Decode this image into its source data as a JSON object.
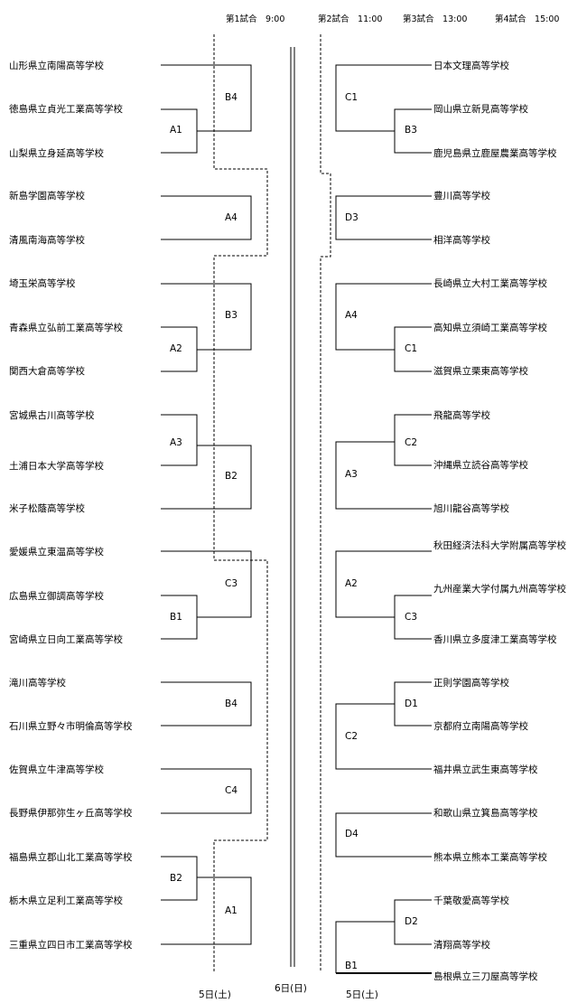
{
  "header": {
    "r1": "第1試合　9:00",
    "r2": "第2試合　11:00",
    "r3": "第3試合　13:00",
    "r4": "第4試合　15:00"
  },
  "left_teams": [
    "山形県立南陽高等学校",
    "徳島県立貞光工業高等学校",
    "山梨県立身延高等学校",
    "新島学園高等学校",
    "清風南海高等学校",
    "埼玉栄高等学校",
    "青森県立弘前工業高等学校",
    "関西大倉高等学校",
    "宮城県古川高等学校",
    "土浦日本大学高等学校",
    "米子松蔭高等学校",
    "愛媛県立東温高等学校",
    "広島県立御調高等学校",
    "宮崎県立日向工業高等学校",
    "滝川高等学校",
    "石川県立野々市明倫高等学校",
    "佐賀県立牛津高等学校",
    "長野県伊那弥生ヶ丘高等学校",
    "福島県立郡山北工業高等学校",
    "栃木県立足利工業高等学校",
    "三重県立四日市工業高等学校"
  ],
  "right_teams": [
    "日本文理高等学校",
    "岡山県立新見高等学校",
    "鹿児島県立鹿屋農業高等学校",
    "豊川高等学校",
    "相洋高等学校",
    "長崎県立大村工業高等学校",
    "高知県立須崎工業高等学校",
    "滋賀県立栗東高等学校",
    "飛龍高等学校",
    "沖縄県立読谷高等学校",
    "旭川龍谷高等学校",
    "秋田経済法科大学附属高等学校",
    "九州産業大学付属九州高等学校",
    "香川県立多度津工業高等学校",
    "正則学園高等学校",
    "京都府立南陽高等学校",
    "福井県立武生東高等学校",
    "和歌山県立箕島高等学校",
    "熊本県立熊本工業高等学校",
    "千葉敬愛高等学校",
    "清翔高等学校",
    "島根県立三刀屋高等学校"
  ],
  "left_codes": [
    "A1",
    "B4",
    "A4",
    "A2",
    "B3",
    "A3",
    "B2",
    "B1",
    "C3",
    "B4",
    "C4",
    "B2",
    "A1"
  ],
  "right_codes": [
    "C1",
    "B3",
    "D3",
    "A4",
    "C1",
    "C2",
    "A3",
    "A2",
    "C3",
    "D1",
    "C2",
    "D4",
    "D2",
    "B1"
  ],
  "footer": {
    "left_day": "5日(土)",
    "center_day": "6日(日)",
    "right_day": "5日(土)"
  }
}
